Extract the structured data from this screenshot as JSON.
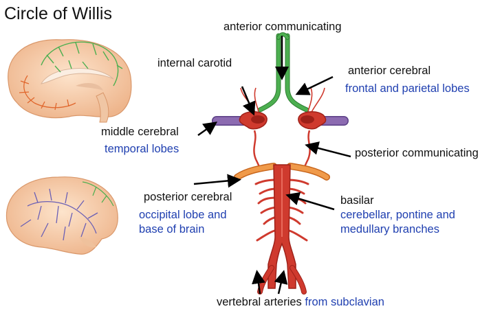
{
  "title": "Circle of Willis",
  "labels": {
    "anterior_communicating": "anterior communicating",
    "internal_carotid": "internal carotid",
    "anterior_cerebral": "anterior cerebral",
    "anterior_cerebral_region": "frontal and parietal lobes",
    "middle_cerebral": "middle cerebral",
    "middle_cerebral_region": "temporal lobes",
    "posterior_communicating": "posterior communicating",
    "posterior_cerebral": "posterior cerebral",
    "posterior_cerebral_region_1": "occipital lobe and",
    "posterior_cerebral_region_2": "base of brain",
    "basilar": "basilar",
    "basilar_region_1": "cerebellar, pontine and",
    "basilar_region_2": "medullary branches",
    "vertebral": "vertebral arteries",
    "vertebral_source": "from subclavian"
  },
  "colors": {
    "anterior": "#4caf50",
    "middle": "#8c6bb1",
    "posterior": "#e8883a",
    "artery": "#cf3a2e",
    "artery_dark": "#9e2119",
    "highlight_text": "#1f3fb0",
    "brain": "#f4c29a"
  },
  "icons": {
    "medial_brain": "medial-brain-view-icon",
    "lateral_brain": "lateral-brain-view-icon"
  }
}
